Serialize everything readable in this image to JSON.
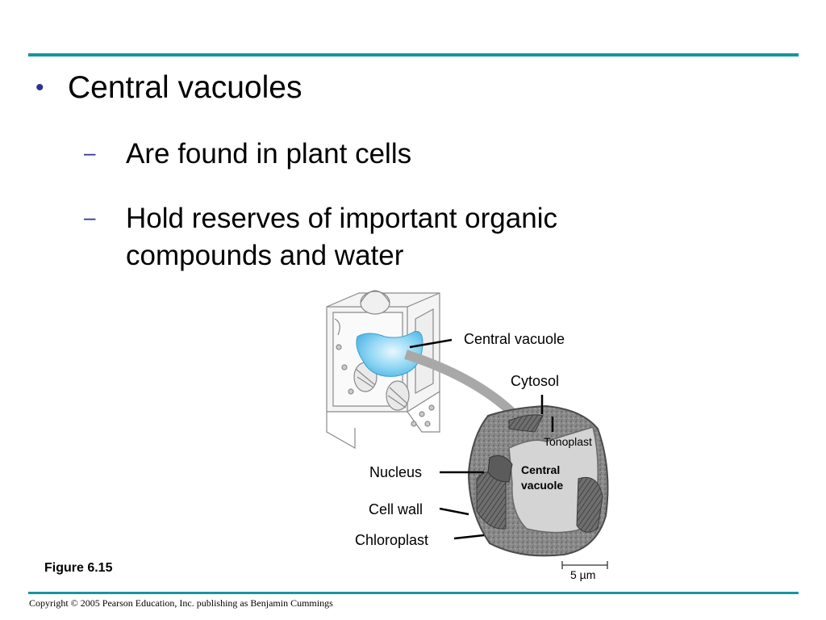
{
  "colors": {
    "accent": "#17969e",
    "bullet": "#2e3192",
    "vacuole": "#7fd0f2"
  },
  "bullet": {
    "marker": "•",
    "text": "Central vacuoles"
  },
  "subpoints": [
    {
      "marker": "–",
      "lines": [
        "Are found in plant cells"
      ]
    },
    {
      "marker": "–",
      "lines": [
        "Hold reserves of important organic",
        "compounds and water"
      ]
    }
  ],
  "figure": {
    "label": "Figure 6.15",
    "labels": {
      "central_vacuole_top": "Central vacuole",
      "cytosol": "Cytosol",
      "tonoplast": "Tonoplast",
      "nucleus": "Nucleus",
      "central_vacuole_inner": [
        "Central",
        "vacuole"
      ],
      "cell_wall": "Cell wall",
      "chloroplast": "Chloroplast",
      "scale_bar": "5 µm"
    }
  },
  "footer": {
    "copyright": "Copyright © 2005 Pearson Education, Inc. publishing as Benjamin Cummings"
  }
}
